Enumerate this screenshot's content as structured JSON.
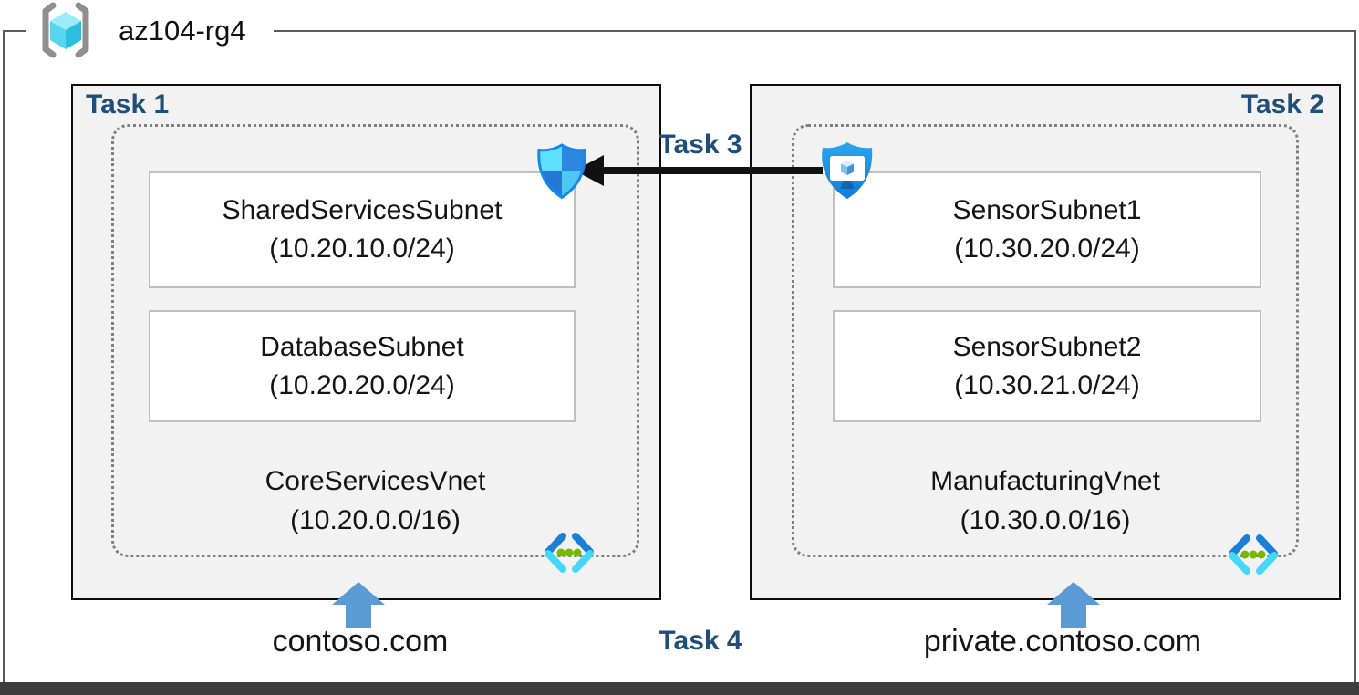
{
  "header": {
    "resource_group": "az104-rg4"
  },
  "vnets": [
    {
      "task": "Task 1",
      "name": "CoreServicesVnet",
      "cidr": "(10.20.0.0/16)",
      "subnets": [
        {
          "name": "SharedServicesSubnet",
          "cidr": "(10.20.10.0/24)"
        },
        {
          "name": "DatabaseSubnet",
          "cidr": "(10.20.20.0/24)"
        }
      ],
      "dns": "contoso.com"
    },
    {
      "task": "Task 2",
      "name": "ManufacturingVnet",
      "cidr": "(10.30.0.0/16)",
      "subnets": [
        {
          "name": "SensorSubnet1",
          "cidr": "(10.30.20.0/24)"
        },
        {
          "name": "SensorSubnet2",
          "cidr": "(10.30.21.0/24)"
        }
      ],
      "dns": "private.contoso.com"
    }
  ],
  "annotations": {
    "peering_label": "Task 3",
    "dns_task_label": "Task 4"
  },
  "icons": {
    "resource_group": "resource-group-icon",
    "network_security": "network-security-shield-icon",
    "bastion": "bastion-shield-icon",
    "virtual_network": "virtual-network-icon",
    "dns_arrow": "up-block-arrow",
    "peering_arrow": "left-black-arrow"
  },
  "colors": {
    "task_label": "#1F4E79",
    "box_fill": "#F2F2F2",
    "box_border": "#0B0B0B",
    "frame_border": "#595959",
    "dotted_border": "#7F7F7F",
    "subnet_border": "#BFBFBF",
    "dns_arrow_blue": "#5B9BD5",
    "vnet_icon_blue": "#1B7FD6",
    "vnet_icon_cyan": "#45D7FA",
    "vnet_icon_green": "#76B900"
  }
}
